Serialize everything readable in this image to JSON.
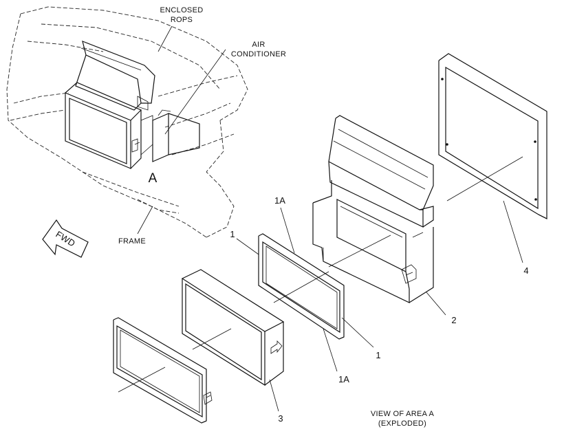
{
  "labels": {
    "enclosed_rops": [
      "ENCLOSED",
      "ROPS"
    ],
    "air_conditioner": [
      "AIR",
      "CONDITIONER"
    ],
    "frame": "FRAME",
    "area_marker": "A",
    "fwd": "FWD",
    "view_caption": [
      "VIEW OF AREA  A",
      "(EXPLODED)"
    ]
  },
  "callouts": {
    "c1_upper": "1",
    "c1a_upper": "1A",
    "c1_lower": "1",
    "c1a_lower": "1A",
    "c2": "2",
    "c3": "3",
    "c4": "4"
  }
}
